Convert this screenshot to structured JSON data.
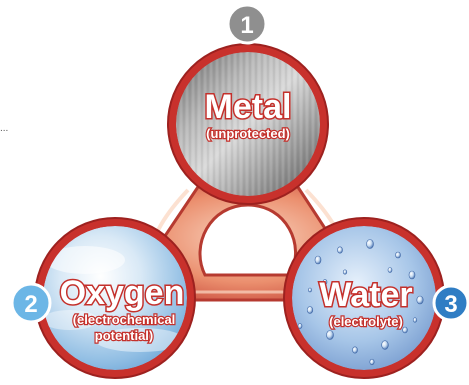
{
  "diagram": {
    "nodes": [
      {
        "id": "metal",
        "number": "1",
        "title": "Metal",
        "subtitle_lines": [
          "(unprotected)"
        ]
      },
      {
        "id": "oxygen",
        "number": "2",
        "title": "Oxygen",
        "subtitle_lines": [
          "(electrochemical",
          "potential)"
        ]
      },
      {
        "id": "water",
        "number": "3",
        "title": "Water",
        "subtitle_lines": [
          "(electrolyte)"
        ]
      }
    ],
    "ellipsis": "...",
    "colors": {
      "ring": "#c8312c",
      "ring_dark": "#9d211f",
      "connector_light": "#f6c4ab",
      "connector_mid": "#ec8f6e",
      "connector_dark": "#c94a3a",
      "badge_gray": "#8f8f8f",
      "badge_blue": "#6cb6e6",
      "label_outline": "#c4302b"
    }
  }
}
